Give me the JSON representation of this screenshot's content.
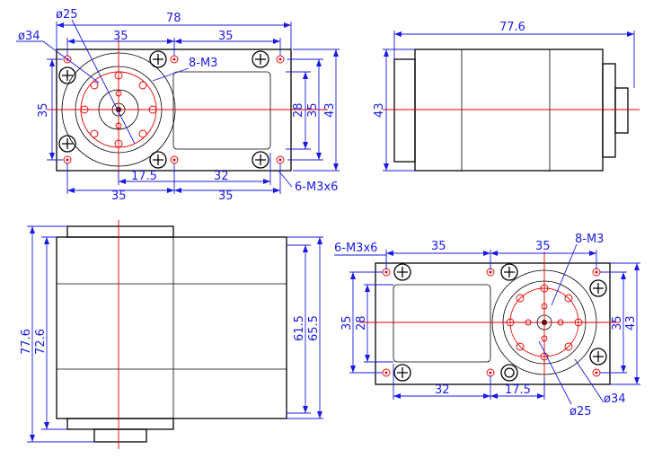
{
  "labels": {
    "top_dia_flange": "ø25",
    "top_dia_pcd": "ø34",
    "top_width": "78",
    "top_35_left": "35",
    "top_35_right": "35",
    "top_thread": "8-M3",
    "top_h35_left": "35",
    "top_h28": "28",
    "top_h35_right": "35",
    "top_h43": "43",
    "top_bottom_175": "17.5",
    "top_bottom_32": "32",
    "top_bottom_35_left": "35",
    "top_bottom_35_right": "35",
    "top_holes": "6-M3x6",
    "side_length": "77.6",
    "side_height": "43",
    "front_776": "77.6",
    "front_726": "72.6",
    "front_615": "61.5",
    "front_655": "65.5",
    "br_holes": "6-M3x6",
    "br_35_left": "35",
    "br_35_right": "35",
    "br_thread": "8-M3",
    "br_h35": "35",
    "br_h28": "28",
    "br_r35": "35",
    "br_r43": "43",
    "br_32": "32",
    "br_175": "17.5",
    "br_dia25": "ø25",
    "br_dia34": "ø34"
  }
}
